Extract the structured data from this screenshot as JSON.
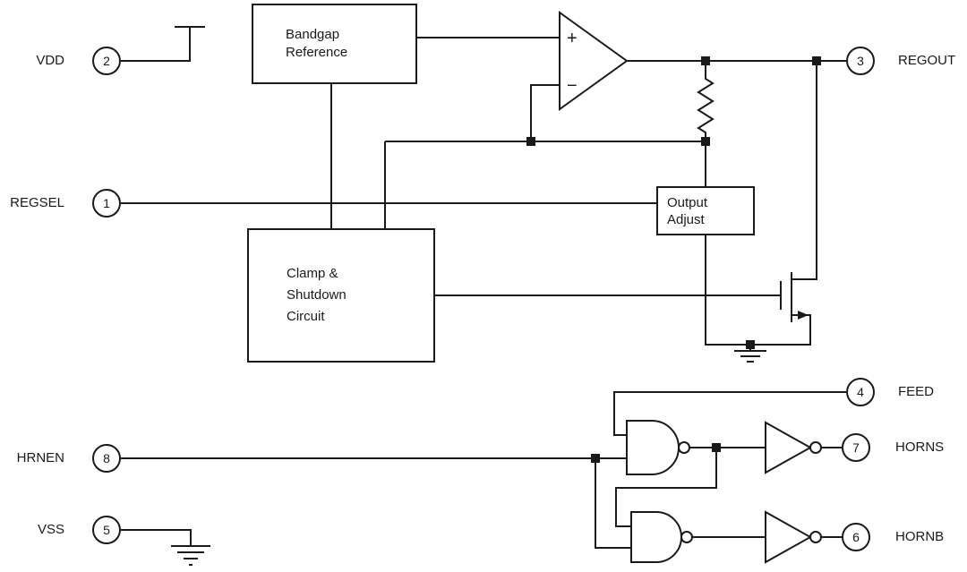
{
  "pins": {
    "vdd": {
      "number": "2",
      "label": "VDD"
    },
    "regsel": {
      "number": "1",
      "label": "REGSEL"
    },
    "hrnen": {
      "number": "8",
      "label": "HRNEN"
    },
    "vss": {
      "number": "5",
      "label": "VSS"
    },
    "regout": {
      "number": "3",
      "label": "REGOUT"
    },
    "feed": {
      "number": "4",
      "label": "FEED"
    },
    "horns": {
      "number": "7",
      "label": "HORNS"
    },
    "hornb": {
      "number": "6",
      "label": "HORNB"
    }
  },
  "blocks": {
    "bandgap": {
      "label": "Bandgap\nReference"
    },
    "clamp": {
      "label": "Clamp &\nShutdown\nCircuit"
    },
    "output_adjust": {
      "label": "Output\nAdjust"
    }
  },
  "opamp": {
    "plus": "+",
    "minus": "−"
  },
  "colors": {
    "line": "#1a1a1a",
    "background": "#ffffff"
  }
}
